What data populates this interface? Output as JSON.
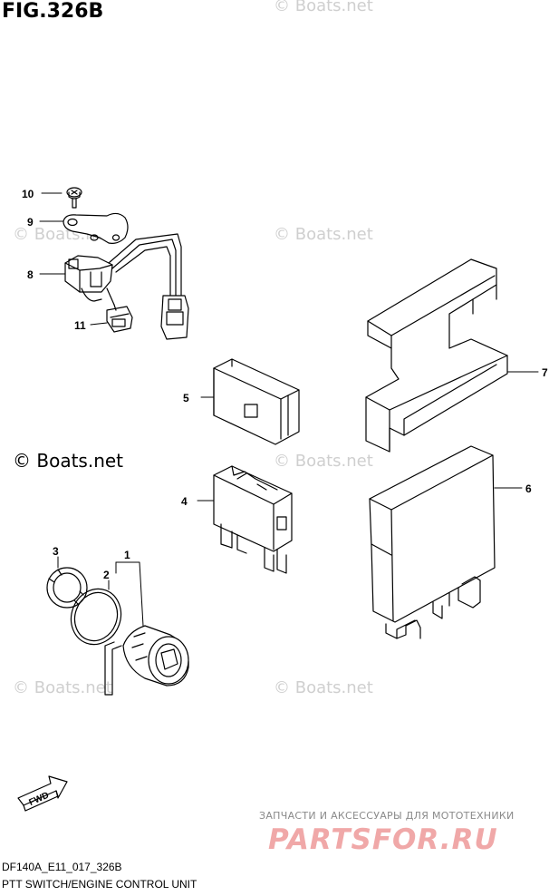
{
  "figure": {
    "title": "FIG.326B",
    "code": "DF140A_E11_017_326B",
    "caption": "PTT SWITCH/ENGINE CONTROL UNIT"
  },
  "watermarks": {
    "main": "© Boats.net",
    "faint": "© Boats.net"
  },
  "shop": {
    "line": "ЗАПЧАСТИ И АКСЕССУАРЫ ДЛЯ МОТОТЕХНИКИ",
    "logo": "PARTSFOR.RU"
  },
  "fwd_arrow": {
    "label": "FWD"
  },
  "callouts": [
    {
      "number": "1",
      "part": "switch-assembly"
    },
    {
      "number": "2",
      "part": "o-ring"
    },
    {
      "number": "3",
      "part": "nut"
    },
    {
      "number": "4",
      "part": "relay"
    },
    {
      "number": "5",
      "part": "cover"
    },
    {
      "number": "6",
      "part": "engine-control-unit"
    },
    {
      "number": "7",
      "part": "ecu-cover"
    },
    {
      "number": "8",
      "part": "sensor"
    },
    {
      "number": "9",
      "part": "bracket"
    },
    {
      "number": "10",
      "part": "screw"
    },
    {
      "number": "11",
      "part": "clamp"
    }
  ]
}
